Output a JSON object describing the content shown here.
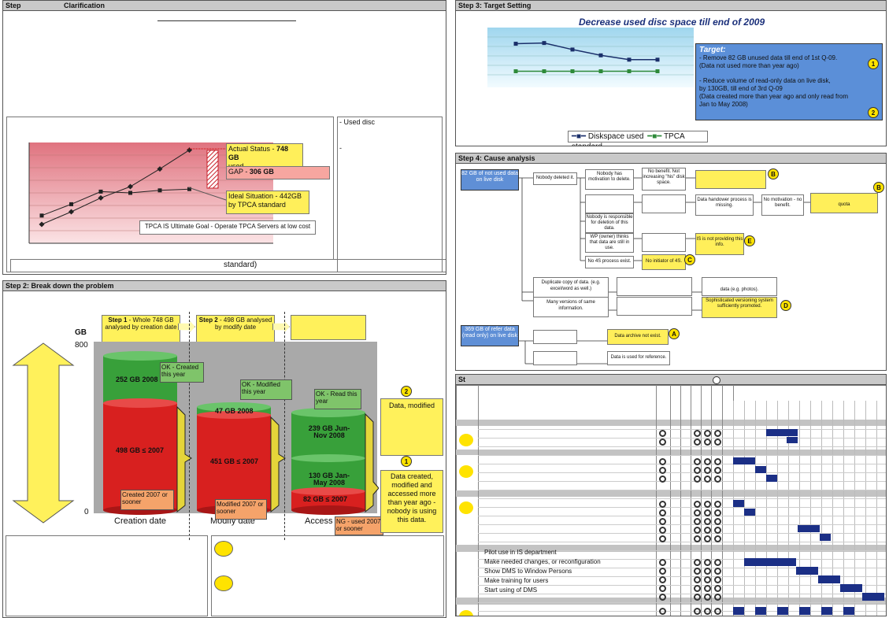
{
  "step1": {
    "header_step": "Step",
    "header_clar": "Clarification",
    "side_note": "- Used disc",
    "dash": "-",
    "actual_status_pre": "Actual Status - ",
    "actual_status_bold": "748 GB",
    "actual_status_post": "used",
    "gap_pre": "GAP - ",
    "gap_bold": "306 GB",
    "ideal": "Ideal Situation - 442GB by TPCA standard",
    "goal": "TPCA IS Ultimate Goal - Operate TPCA Servers at low cost",
    "standard": "standard)"
  },
  "step2": {
    "header": "Step 2: Break down the problem",
    "gb": "GB",
    "box1_bold": "Step 1",
    "box1_text": " - Whole 748 GB analysed by creation date",
    "box2_bold": "Step 2",
    "box2_text": " - 498 GB analysed by modify date",
    "y800": "800",
    "y0": "0",
    "cyl1_top": "252 GB  2008",
    "cyl1_bottom": "498 GB  ≤ 2007",
    "cyl1_label": "Creation date",
    "cyl2_top": "47 GB  2008",
    "cyl2_bottom": "451 GB  ≤ 2007",
    "cyl2_label": "Modify date",
    "cyl3_a": "239 GB Jun-Nov 2008",
    "cyl3_b": "130 GB Jan-May 2008",
    "cyl3_c": "82 GB  ≤ 2007",
    "cyl3_label": "Access d",
    "call_created": "OK - Created this year",
    "call_modified": "OK - Modified this year",
    "call_read": "OK - Read this year",
    "call_c2007": "Created 2007 or sooner",
    "call_m2007": "Modified 2007 or sooner",
    "call_ng": "NG - used 2007 or sooner",
    "note2_num": "2",
    "note2": "Data, modified",
    "note1_num": "1",
    "note1": "Data created, modified and accessed more than year ago - nobody is using this data."
  },
  "step3": {
    "header": "Step 3: Target Setting",
    "title": "Decrease used disc space till end of 2009",
    "target_head": "Target:",
    "t1": "- Remove 82 GB unused data till end of 1st Q-09.",
    "t2": "(Data not used more than year ago)",
    "t3": "- Reduce volume of read-only data on live disk,",
    "t4": "by 130GB, till end of 3rd Q-09",
    "t5": "(Data created more than year ago and only read from",
    "t6": "Jan to May 2008)",
    "c1": "1",
    "c2": "2",
    "legend1": "Diskspace used",
    "legend2": "TPCA standard"
  },
  "chart_data": [
    {
      "type": "line",
      "title": "",
      "series": [
        {
          "name": "Used disc",
          "values": [
            1.5,
            2.5,
            3.6,
            4.5,
            5.9,
            7.4
          ]
        },
        {
          "name": "Ideal",
          "values": [
            2.2,
            3.1,
            4.1,
            4.0,
            4.2,
            4.3
          ]
        }
      ]
    },
    {
      "type": "line",
      "title": "Decrease used disc space till end of 2009",
      "series": [
        {
          "name": "Diskspace used",
          "values": [
            8.2,
            8.3,
            7.4,
            6.6,
            6.0,
            6.0
          ]
        },
        {
          "name": "TPCA standard",
          "values": [
            4.4,
            4.4,
            4.4,
            4.4,
            4.4,
            4.4
          ]
        }
      ]
    }
  ],
  "step4": {
    "header": "Step 4: Cause analysis",
    "b1": "82 GB of not used data on live disk",
    "b2": "369 GB of refer data (read only) on live disk",
    "n1": "Nobody deleted it.",
    "n2": "Nobody has motivation to delete.",
    "n3": "No benefit. Not increasing \"his\" disk space.",
    "n4": "Data handower process is missing.",
    "n5": "No motivation - no benefit.",
    "n6": "quota",
    "n7": "Nobody is responsible for deletion of this data.",
    "n8": "WP (owner) thinks that data are still in use.",
    "n9": "IS is not providing this info.",
    "n10": "No 4S process exist.",
    "n11": "No initiator of 4S.",
    "n12": "Duplicate copy of data. (e.g. excel/word as well.)",
    "n13": "data (e.g. photos).",
    "n14": "Many versions of same information.",
    "n15": "Sophisticated versioning system sufficiently promoted.",
    "n16": "Data archive not exist.",
    "n17": "Data is used for reference.",
    "cB": "B",
    "cE": "E",
    "cC": "C",
    "cD": "D",
    "cA": "A"
  },
  "step5": {
    "header": "St",
    "tasks": [
      "Pilot use in IS department",
      "Make needed changes, or reconfiguration",
      "Show DMS to Window Persons",
      "Make training for users",
      "Start using of DMS"
    ]
  }
}
